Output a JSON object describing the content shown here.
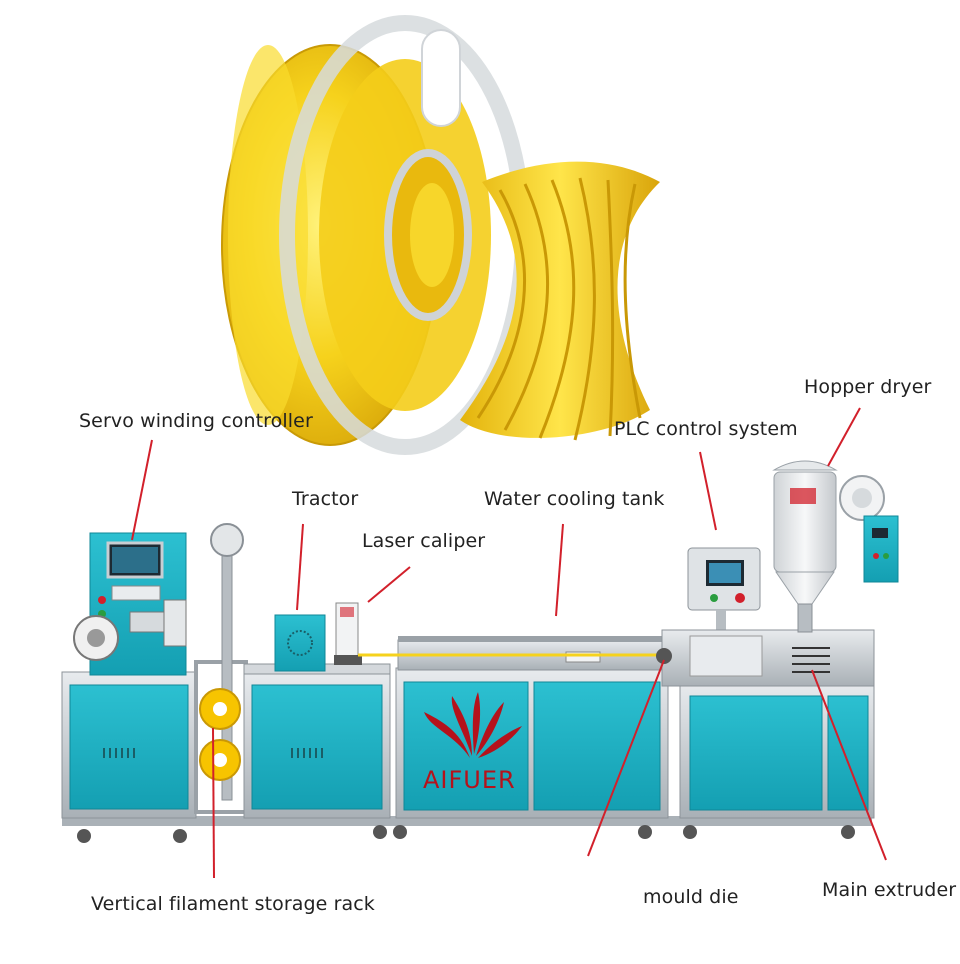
{
  "brand": {
    "name": "AIFUER",
    "color": "#b5121b"
  },
  "colors": {
    "cabinet": "#1fb2c4",
    "frame": "#c9ced3",
    "filament": "#f6d21c",
    "leader": "#d2202b"
  },
  "labels": {
    "servo_winding_controller": "Servo winding controller",
    "tractor": "Tractor",
    "laser_caliper": "Laser caliper",
    "water_cooling_tank": "Water cooling tank",
    "plc_control_system": "PLC control system",
    "hopper_dryer": "Hopper dryer",
    "vertical_filament_storage_rack": "Vertical filament storage rack",
    "mould_die": "mould die",
    "main_extruder": "Main extruder"
  }
}
